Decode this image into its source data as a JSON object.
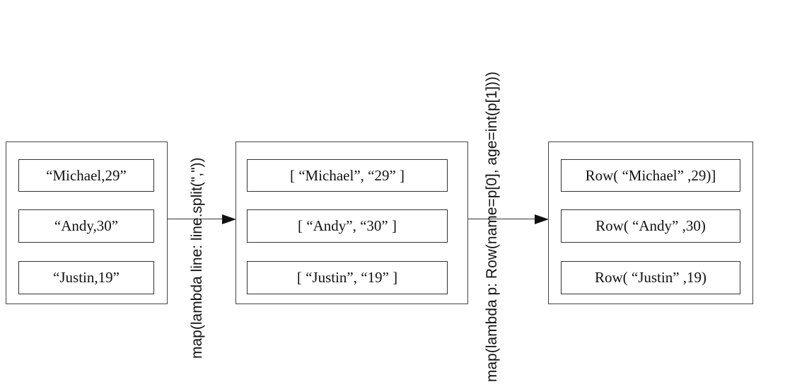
{
  "stages": [
    {
      "items": [
        "“Michael,29”",
        "“Andy,30”",
        "“Justin,19”"
      ]
    },
    {
      "items": [
        "[ “Michael”, “29” ]",
        "[ “Andy”, “30” ]",
        "[ “Justin”, “19” ]"
      ]
    },
    {
      "items": [
        "Row( “Michael” ,29)]",
        "Row( “Andy” ,30)",
        "Row( “Justin” ,19)"
      ]
    }
  ],
  "transforms": [
    {
      "label": "map(lambda line: line.split(\",\"))"
    },
    {
      "label": "map(lambda p: Row(name=p[0], age=int(p[1])))"
    }
  ]
}
